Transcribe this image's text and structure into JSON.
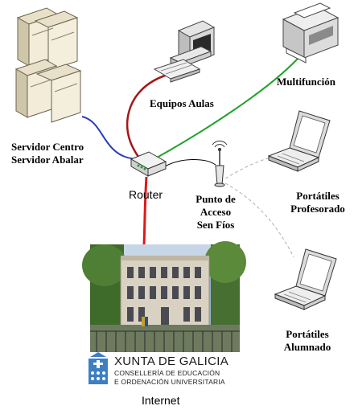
{
  "nodes": {
    "servidor": [
      "Servidor Centro",
      "Servidor Abalar"
    ],
    "equipos_aulas": "Equipos Aulas",
    "multifuncion": "Multifunción",
    "router": "Router",
    "punto_acceso": [
      "Punto de",
      "Acceso",
      "Sen Fíos"
    ],
    "portatiles_profesorado": [
      "Portátiles",
      "Profesorado"
    ],
    "portatiles_alumnado": [
      "Portátiles",
      "Alumnado"
    ],
    "internet": "Internet"
  },
  "logo": {
    "title": "XUNTA DE GALICIA",
    "line1": "CONSELLERÍA DE EDUCACIÓN",
    "line2": "E ORDENACIÓN UNIVERSITARIA"
  },
  "link_colors": {
    "servidor": "#2b3fb8",
    "equipos_aulas": "#a01818",
    "multifuncion": "#22a22a",
    "internet": "#e01818",
    "punto_acceso": "#000000",
    "wireless": "#b0b0b0"
  }
}
